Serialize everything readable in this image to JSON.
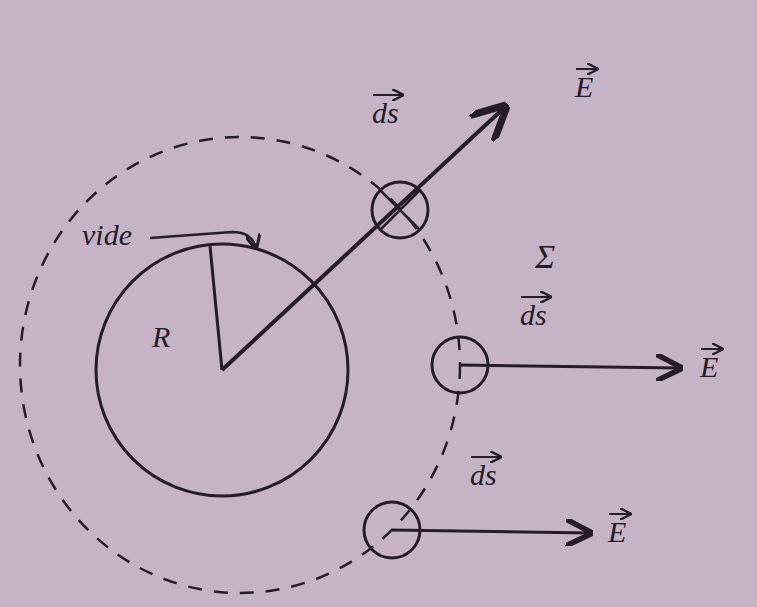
{
  "diagram": {
    "nodes": [
      {
        "text": [
          "R"
        ]
      }
    ],
    "labels": [
      "vide",
      "ds",
      "E",
      "Σ",
      "ds",
      "E",
      "ds",
      "E"
    ]
  }
}
